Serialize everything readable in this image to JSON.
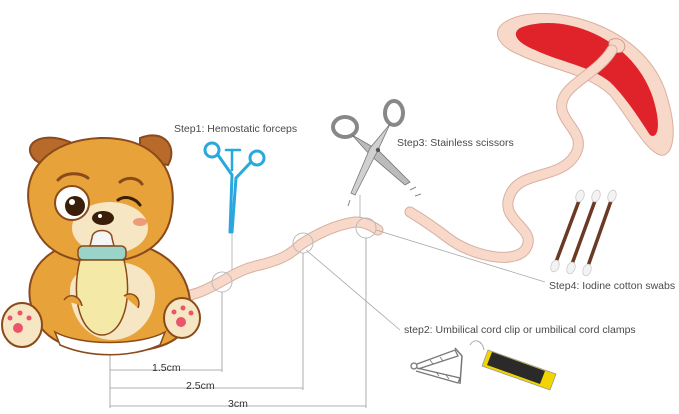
{
  "steps": {
    "step1": "Step1: Hemostatic forceps",
    "step2": "step2: Umbilical cord clip or umbilical cord clamps",
    "step3": "Step3: Stainless scissors",
    "step4": "Step4: Iodine cotton swabs"
  },
  "measurements": {
    "m1": "1.5cm",
    "m2": "2.5cm",
    "m3": "3cm"
  },
  "colors": {
    "cord": "#f8d8c8",
    "placenta": "#e0222a",
    "forceps": "#29a8e0",
    "dog_fur": "#e8a23a",
    "dog_dark": "#8a4a1a",
    "swab_stick": "#6b3a26",
    "clamp_yellow": "#f2d400"
  },
  "icons": [
    "dog-mascot-icon",
    "hemostatic-forceps-icon",
    "scissors-icon",
    "cotton-swabs-icon",
    "cord-clamp-icon",
    "placenta-icon",
    "baby-bottle-icon"
  ]
}
